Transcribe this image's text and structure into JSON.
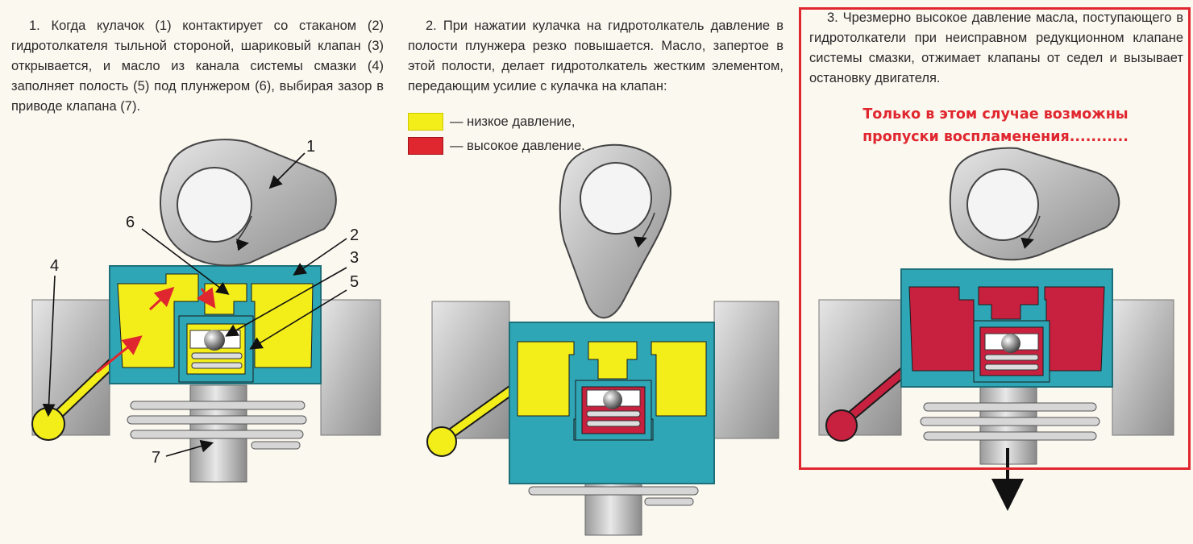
{
  "captions": {
    "step1": "1. Когда кулачок (1) контактирует со стаканом (2) гидротолкателя тыльной стороной, шариковый клапан (3) открывается, и масло из канала системы смазки (4) заполняет полость (5) под плунжером (6), выбирая зазор в приводе клапана (7).",
    "step2": "2. При нажатии кулачка на гидротолкатель давление в полости плунжера резко повышается. Масло, запертое в этой полости, делает гидротолкатель жестким элементом, передающим усилие с кулачка на клапан:",
    "step3": "3. Чрезмерно высокое давление масла, поступающего в гидротолкатели при неисправном редукционном клапане системы смазки, отжимает клапаны от седел и вызывает остановку двигателя."
  },
  "legend": [
    {
      "label": "— низкое давление,",
      "color": "#f3ee1a"
    },
    {
      "label": "— высокое давление.",
      "color": "#e0262e"
    }
  ],
  "warning": {
    "line1": "Только в этом случае возможны",
    "line2": "пропуски воспламенения..........."
  },
  "callouts": {
    "n1": "1",
    "n2": "2",
    "n3": "3",
    "n4": "4",
    "n5": "5",
    "n6": "6",
    "n7": "7"
  },
  "colors": {
    "low_pressure": "#f3ee1a",
    "high_pressure": "#c8213f",
    "body_blue": "#2fa6b6",
    "metal": "#bdbdbd",
    "highlight_frame": "#e0262e"
  }
}
